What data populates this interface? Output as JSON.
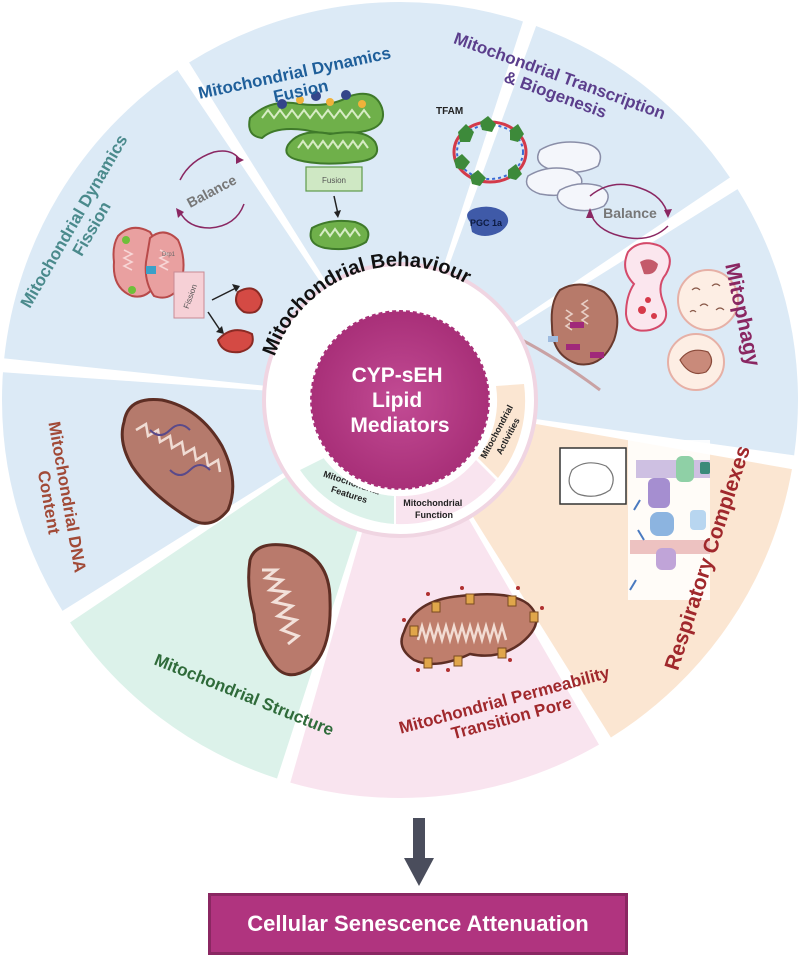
{
  "center": {
    "lines": [
      "CYP-sEH",
      "Lipid",
      "Mediators"
    ]
  },
  "ring": {
    "behaviour": "Mitochondrial Behaviour",
    "features": [
      "Mitochondrial",
      "Features"
    ],
    "function": [
      "Mitochondrial",
      "Function"
    ],
    "activities": [
      "Mitochondrial",
      "Activities"
    ]
  },
  "sectors": {
    "fusion": {
      "title": [
        "Mitochondrial Dynamics",
        "Fusion"
      ],
      "box_label": "Fusion"
    },
    "transcription": {
      "title": [
        "Mitochondrial Transcription",
        "& Biogenesis"
      ],
      "tfam": "TFAM",
      "pgc": "PGC 1a"
    },
    "mitophagy": {
      "title": "Mitophagy",
      "balance": "Balance"
    },
    "respiratory": {
      "title": "Respiratory Complexes"
    },
    "mptp": {
      "title": [
        "Mitochondrial Permeability",
        "Transition Pore"
      ]
    },
    "structure": {
      "title": "Mitochondrial Structure"
    },
    "dna": {
      "title": [
        "Mitochondrial DNA",
        "Content"
      ]
    },
    "fission": {
      "title": [
        "Mitochondrial Dynamics",
        "Fission"
      ],
      "balance": "Balance",
      "box_label": "Fission",
      "drp1": "Drp1"
    }
  },
  "result": "Cellular Senescence Attenuation",
  "colors": {
    "blue_sector": "#dceaf6",
    "green_sector": "#dcf2ea",
    "pink_sector": "#f9e4ef",
    "orange_sector": "#fbe6d2",
    "center": "#b0347f",
    "ring": "#ffffff",
    "fusion_title": "#1f5f9a",
    "transcription_title": "#5b3e8c",
    "mitophagy_title": "#8a2762",
    "respiratory_title": "#a0282c",
    "mptp_title": "#a0282c",
    "structure_title": "#2f6b3a",
    "dna_title": "#a14a37",
    "fission_title": "#4a8a8c"
  }
}
